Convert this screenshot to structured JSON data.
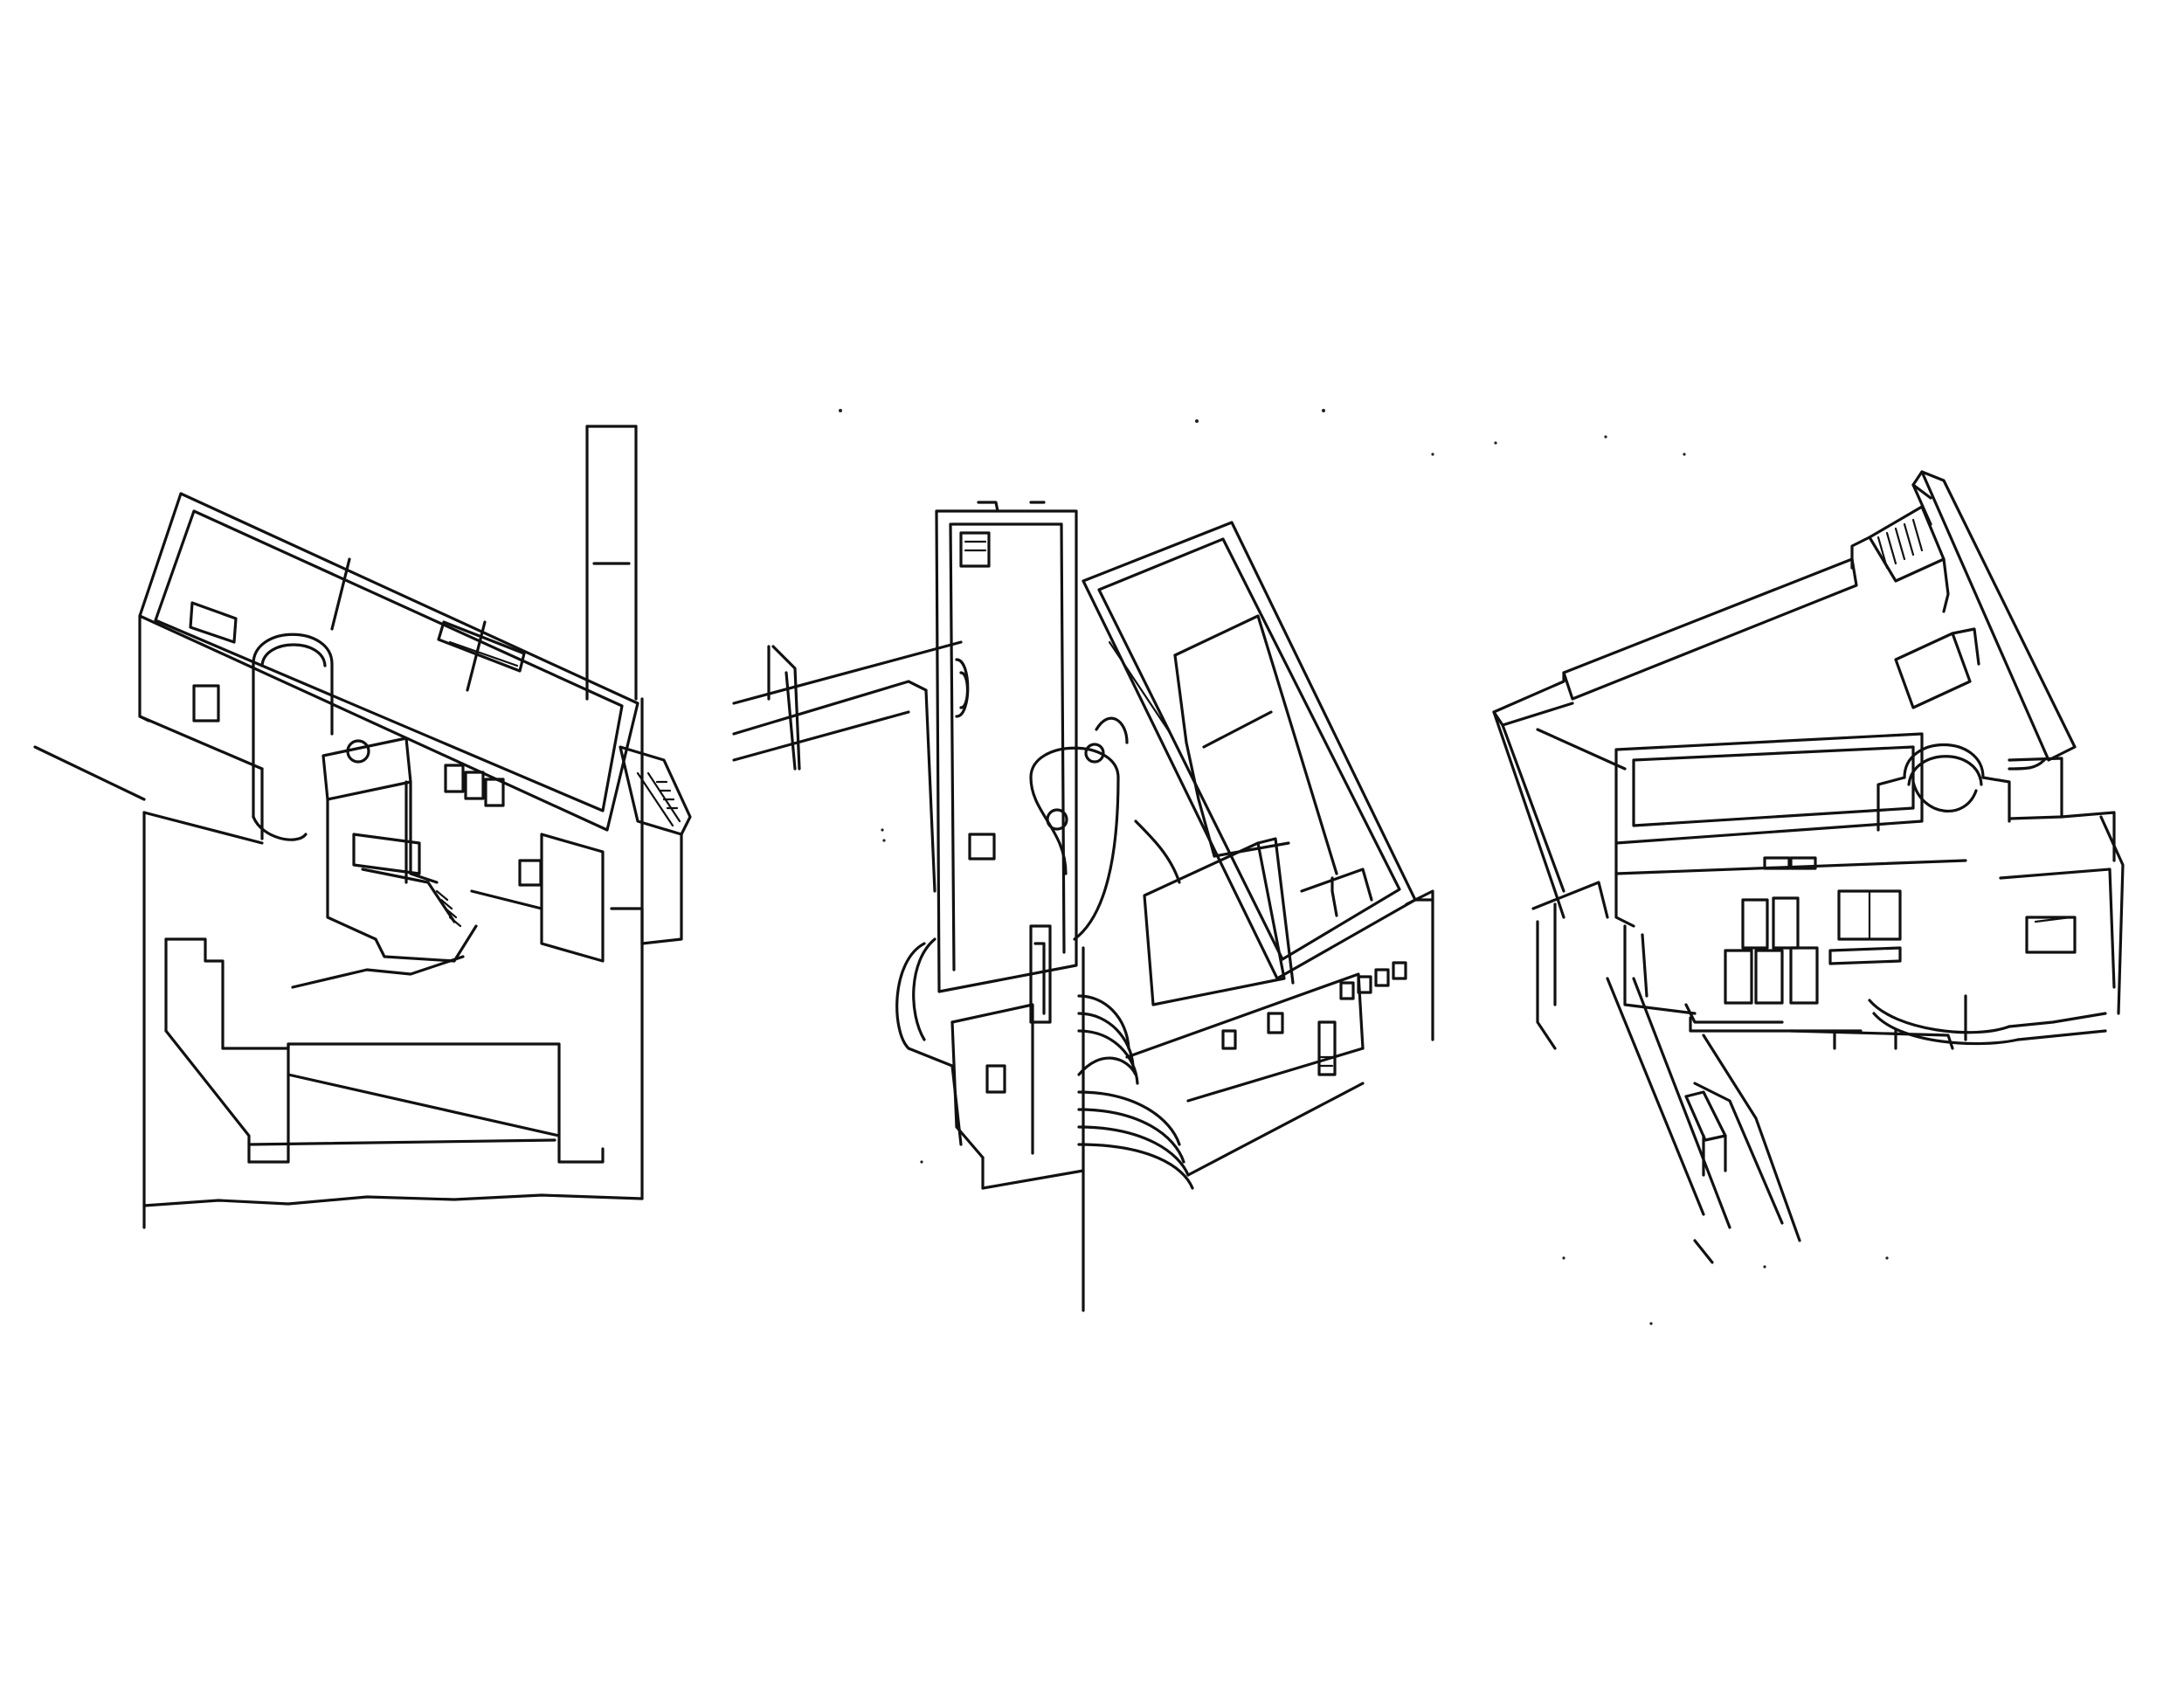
{
  "sheet": {
    "background": "#ffffff",
    "ink": "#111111",
    "views": [
      {
        "id": "axonometric-view-1"
      },
      {
        "id": "axonometric-view-2"
      },
      {
        "id": "axonometric-view-3"
      }
    ]
  }
}
